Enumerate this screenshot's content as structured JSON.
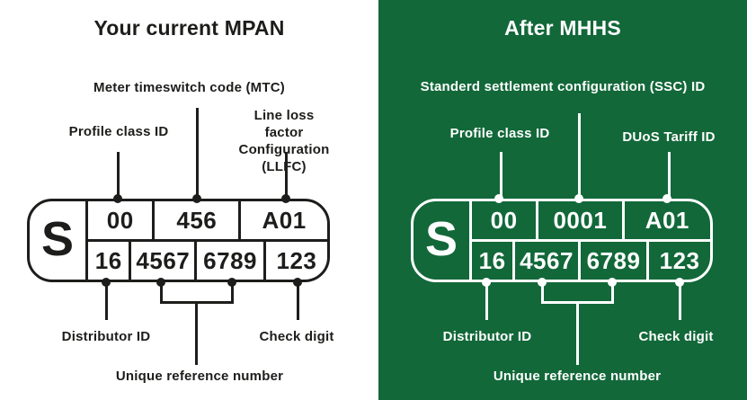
{
  "colors": {
    "green_background": "#126839",
    "ink": "#1d1d1b",
    "white": "#ffffff"
  },
  "left_panel": {
    "title": "Your current MPAN",
    "callouts_top": {
      "mtc": "Meter timeswitch code (MTC)",
      "profile_class": "Profile class ID",
      "llfc_line1": "Line loss factor",
      "llfc_line2": "Configuration (LLFC)"
    },
    "callouts_bottom": {
      "distributor": "Distributor ID",
      "check_digit": "Check digit",
      "unique_ref": "Unique reference number"
    },
    "mpan": {
      "prefix": "S",
      "top_cells": [
        "00",
        "456",
        "A01"
      ],
      "bottom_cells": [
        "16",
        "4567",
        "6789",
        "123"
      ]
    }
  },
  "right_panel": {
    "title": "After MHHS",
    "callouts_top": {
      "ssc": "Standerd settlement configuration (SSC) ID",
      "profile_class": "Profile class ID",
      "duos": "DUoS Tariff ID"
    },
    "callouts_bottom": {
      "distributor": "Distributor ID",
      "check_digit": "Check digit",
      "unique_ref": "Unique reference number"
    },
    "mpan": {
      "prefix": "S",
      "top_cells": [
        "00",
        "0001",
        "A01"
      ],
      "bottom_cells": [
        "16",
        "4567",
        "6789",
        "123"
      ]
    }
  }
}
